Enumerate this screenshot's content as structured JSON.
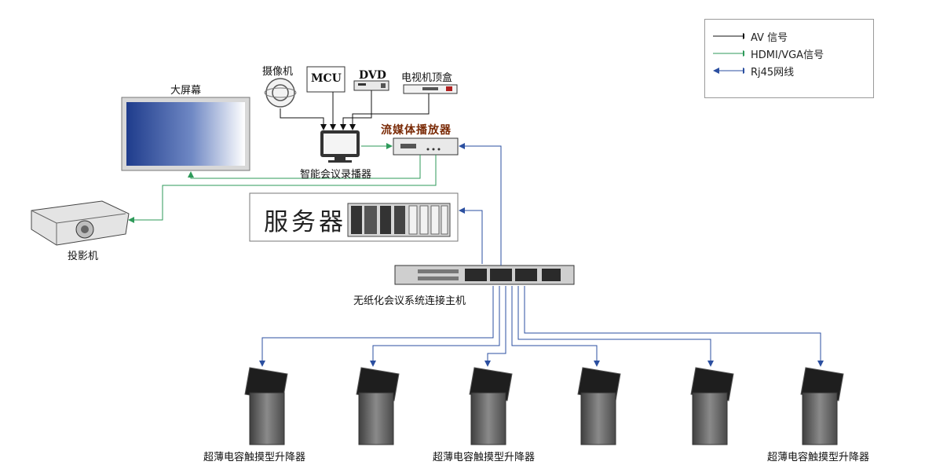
{
  "legend": {
    "items": [
      {
        "label": "AV 信号",
        "color": "#111111"
      },
      {
        "label": "HDMI/VGA信号",
        "color": "#2e9a5a"
      },
      {
        "label": "Rj45网线",
        "color": "#2b4fa0"
      }
    ]
  },
  "labels": {
    "big_screen": "大屏幕",
    "camera": "摄像机",
    "mcu": "MCU",
    "dvd": "DVD",
    "settop": "电视机顶盒",
    "recorder": "智能会议录播器",
    "streaming": "流媒体播放器",
    "server": "服务器",
    "projector": "投影机",
    "switch": "无纸化会议系统连接主机",
    "lift": "超薄电容触摸型升降器"
  },
  "colors": {
    "av": "#111111",
    "hdmi": "#2e9a5a",
    "rj45": "#2b4fa0",
    "screen_dark": "#1f3c8c",
    "stream_label": "#7a2a06"
  }
}
